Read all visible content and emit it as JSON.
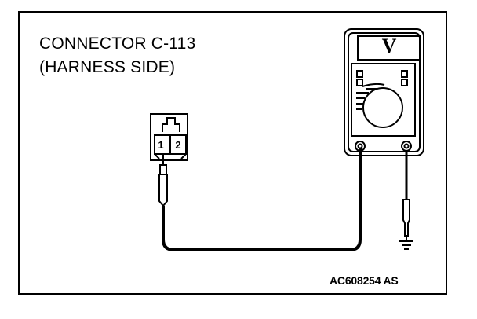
{
  "title": {
    "line1": "CONNECTOR C-113",
    "line2": "(HARNESS SIDE)"
  },
  "connector": {
    "pin_1": "1",
    "pin_2": "2"
  },
  "voltmeter": {
    "symbol": "V"
  },
  "figure_id": "AC608254 AS",
  "colors": {
    "line": "#000000",
    "background": "#ffffff"
  }
}
